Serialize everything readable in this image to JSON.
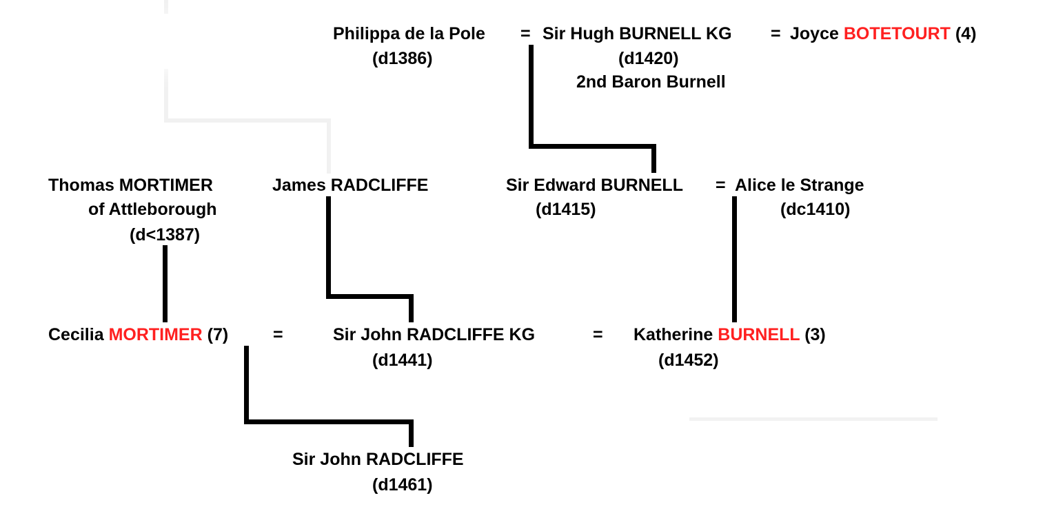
{
  "row1": {
    "philippa_name": "Philippa de la Pole",
    "eq1": "=",
    "hugh_name": "Sir Hugh BURNELL KG",
    "eq2": "=",
    "joyce_first": "Joyce",
    "joyce_surname": "BOTETOURT",
    "joyce_ref": "(4)",
    "philippa_death": "(d1386)",
    "hugh_death": "(d1420)",
    "hugh_title": "2nd Baron Burnell"
  },
  "row2": {
    "thomas_name": "Thomas MORTIMER",
    "thomas_place": "of Attleborough",
    "thomas_death": "(d<1387)",
    "james_name": "James RADCLIFFE",
    "edward_name": "Sir Edward BURNELL",
    "eq": "=",
    "alice_name": "Alice le Strange",
    "edward_death": "(d1415)",
    "alice_death": "(dc1410)"
  },
  "row3": {
    "cecilia_first": "Cecilia",
    "cecilia_surname": "MORTIMER",
    "cecilia_ref": "(7)",
    "eq1": "=",
    "john_name": "Sir John RADCLIFFE KG",
    "eq2": "=",
    "katherine_first": "Katherine",
    "katherine_surname": "BURNELL",
    "katherine_ref": "(3)",
    "john_death": "(d1441)",
    "katherine_death": "(d1452)"
  },
  "row4": {
    "john2_name": "Sir John RADCLIFFE",
    "john2_death": "(d1461)"
  },
  "colors": {
    "text": "#000000",
    "highlight": "#ff2020",
    "background": "#ffffff"
  }
}
